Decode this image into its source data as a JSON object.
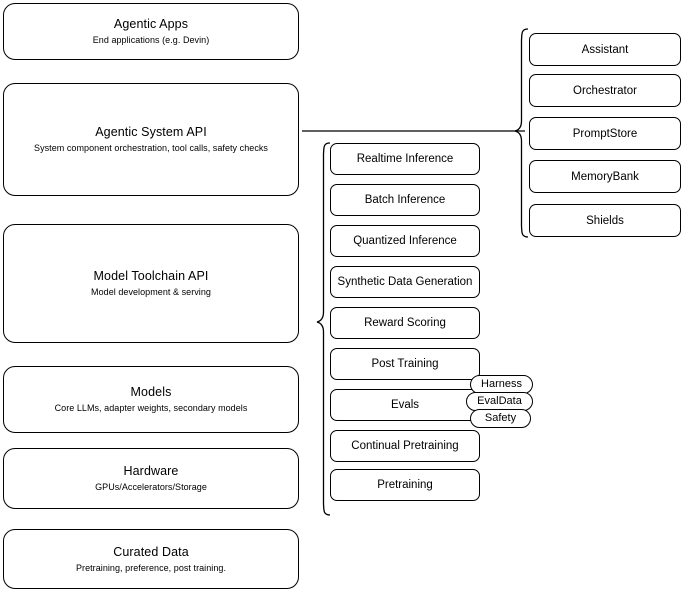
{
  "diagram": {
    "title": "AI stack layered architecture diagram",
    "stroke_color": "#000000",
    "background_color": "#ffffff"
  },
  "layers": [
    {
      "id": "agentic-apps",
      "title": "Agentic Apps",
      "subtitle": "End applications (e.g. Devin)"
    },
    {
      "id": "agentic-system-api",
      "title": "Agentic System API",
      "subtitle": "System component orchestration, tool calls, safety checks"
    },
    {
      "id": "model-toolchain-api",
      "title": "Model Toolchain API",
      "subtitle": "Model development & serving"
    },
    {
      "id": "models",
      "title": "Models",
      "subtitle": "Core LLMs, adapter weights, secondary models"
    },
    {
      "id": "hardware",
      "title": "Hardware",
      "subtitle": "GPUs/Accelerators/Storage"
    },
    {
      "id": "curated-data",
      "title": "Curated Data",
      "subtitle": "Pretraining, preference, post training."
    }
  ],
  "toolchain_items": [
    {
      "id": "realtime-inference",
      "label": "Realtime Inference"
    },
    {
      "id": "batch-inference",
      "label": "Batch Inference"
    },
    {
      "id": "quantized-inference",
      "label": "Quantized Inference"
    },
    {
      "id": "synthetic-data-generation",
      "label": "Synthetic Data Generation"
    },
    {
      "id": "reward-scoring",
      "label": "Reward Scoring"
    },
    {
      "id": "post-training",
      "label": "Post Training"
    },
    {
      "id": "evals",
      "label": "Evals"
    },
    {
      "id": "continual-pretraining",
      "label": "Continual Pretraining"
    },
    {
      "id": "pretraining",
      "label": "Pretraining"
    }
  ],
  "eval_pills": [
    {
      "id": "harness",
      "label": "Harness"
    },
    {
      "id": "evaldata",
      "label": "EvalData"
    },
    {
      "id": "safety",
      "label": "Safety"
    }
  ],
  "system_components": [
    {
      "id": "assistant",
      "label": "Assistant"
    },
    {
      "id": "orchestrator",
      "label": "Orchestrator"
    },
    {
      "id": "promptstore",
      "label": "PromptStore"
    },
    {
      "id": "memorybank",
      "label": "MemoryBank"
    },
    {
      "id": "shields",
      "label": "Shields"
    }
  ]
}
